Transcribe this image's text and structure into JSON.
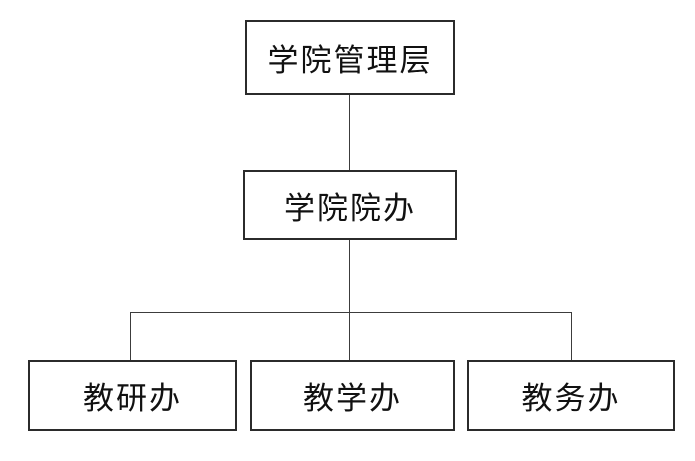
{
  "diagram": {
    "type": "org-chart",
    "background_color": "#ffffff",
    "box_border_color": "#2b2b2b",
    "line_color": "#3c3c3c",
    "text_color": "#111111",
    "nodes": [
      {
        "id": "college-management",
        "label": "学院管理层",
        "level": 0
      },
      {
        "id": "college-office",
        "label": "学院院办",
        "level": 1
      },
      {
        "id": "teaching-research-office",
        "label": "教研办",
        "level": 2
      },
      {
        "id": "teaching-office",
        "label": "教学办",
        "level": 2
      },
      {
        "id": "academic-affairs-office",
        "label": "教务办",
        "level": 2
      }
    ],
    "edges": [
      {
        "from": "college-management",
        "to": "college-office"
      },
      {
        "from": "college-office",
        "to": "teaching-research-office"
      },
      {
        "from": "college-office",
        "to": "teaching-office"
      },
      {
        "from": "college-office",
        "to": "academic-affairs-office"
      }
    ]
  }
}
